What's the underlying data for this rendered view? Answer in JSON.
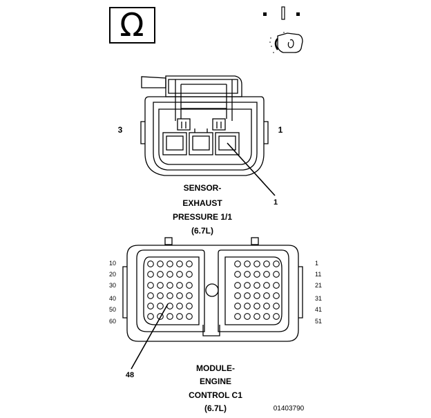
{
  "symbols": {
    "ohm_glyph": "Ω",
    "ohm_icon": "ohm-meter-icon",
    "probe_icon": "back-probe-connector-icon"
  },
  "connector1": {
    "name_lines": [
      "SENSOR-",
      "EXHAUST",
      "PRESSURE 1/1",
      "(6.7L)"
    ],
    "cavity_left": "3",
    "cavity_right": "1",
    "callout": "1"
  },
  "connector2": {
    "name_lines": [
      "MODULE-",
      "ENGINE",
      "CONTROL C1",
      "(6.7L)"
    ],
    "left_rows": [
      "10",
      "20",
      "30",
      "40",
      "50",
      "60"
    ],
    "right_rows": [
      "1",
      "11",
      "21",
      "31",
      "41",
      "51"
    ],
    "callout": "48"
  },
  "figure_number": "01403790"
}
